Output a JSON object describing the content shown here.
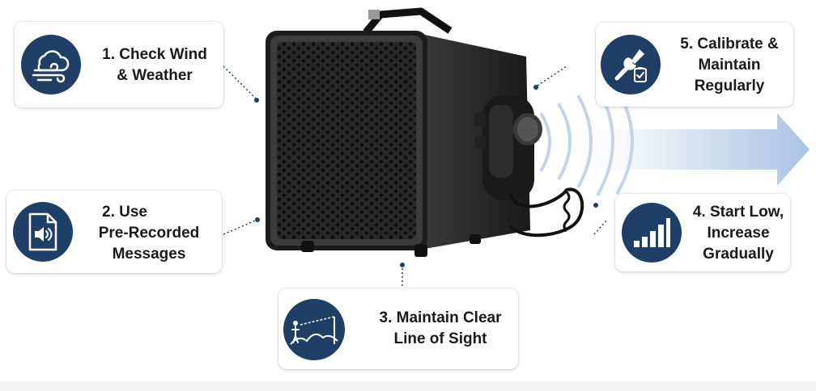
{
  "tips": [
    {
      "lines": [
        "1. Check Wind",
        "& Weather"
      ],
      "icon": "wind-weather-icon"
    },
    {
      "lines": [
        "2. Use",
        "Pre-Recorded",
        "Messages"
      ],
      "icon": "audio-file-icon"
    },
    {
      "lines": [
        "3. Maintain Clear",
        "Line of Sight"
      ],
      "icon": "line-of-sight-icon"
    },
    {
      "lines": [
        "4. Start Low,",
        "Increase",
        "Gradually"
      ],
      "icon": "volume-bars-icon"
    },
    {
      "lines": [
        "5. Calibrate &",
        "Maintain",
        "Regularly"
      ],
      "icon": "tools-icon"
    }
  ],
  "colors": {
    "icon_circle": "#1f3f66",
    "connector": "#1f3f66",
    "sound_arrow": "#c9d8ec"
  }
}
